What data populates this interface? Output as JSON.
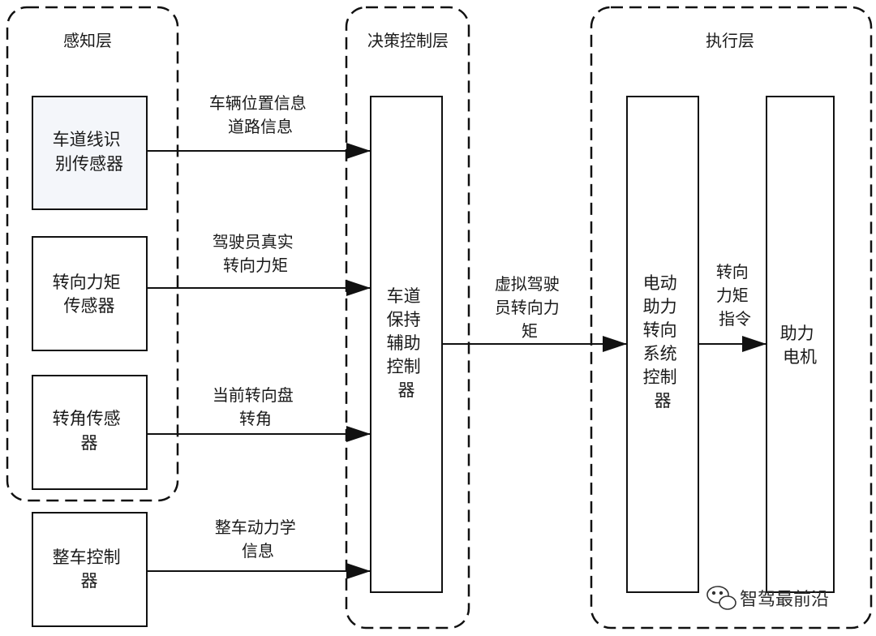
{
  "groups": {
    "perception": {
      "title": "感知层"
    },
    "decision": {
      "title": "决策控制层"
    },
    "execution": {
      "title": "执行层"
    }
  },
  "nodes": {
    "lane_sensor": {
      "lines": [
        "车道线识",
        "别传感器"
      ]
    },
    "torque_sensor": {
      "lines": [
        "转向力矩",
        "传感器"
      ]
    },
    "angle_sensor": {
      "lines": [
        "转角传感",
        "器"
      ]
    },
    "vehicle_controller": {
      "lines": [
        "整车控制",
        "器"
      ]
    },
    "lka_controller": {
      "lines": [
        "车道",
        "保持",
        "辅助",
        "控制",
        "器"
      ]
    },
    "eps_controller": {
      "lines": [
        "电动",
        "助力",
        "转向",
        "系统",
        "控制",
        "器"
      ]
    },
    "assist_motor": {
      "lines": [
        "助力",
        "电机"
      ]
    }
  },
  "edges": {
    "position_info": {
      "lines": [
        "车辆位置信息",
        "道路信息"
      ]
    },
    "driver_torque": {
      "lines": [
        "驾驶员真实",
        "转向力矩"
      ]
    },
    "wheel_angle": {
      "lines": [
        "当前转向盘",
        "转角"
      ]
    },
    "dynamics_info": {
      "lines": [
        "整车动力学",
        "信息"
      ]
    },
    "virtual_torque": {
      "lines": [
        "虚拟驾驶",
        "员转向力",
        "矩"
      ]
    },
    "torque_command": {
      "lines": [
        "转向",
        "力矩",
        "指令"
      ]
    }
  },
  "watermark": {
    "text": "智驾最前沿",
    "icon": "wechat-icon"
  },
  "colors": {
    "stroke": "#1a1a1a",
    "lane_sensor_fill": "#f4f6fa",
    "box_fill": "#ffffff"
  }
}
